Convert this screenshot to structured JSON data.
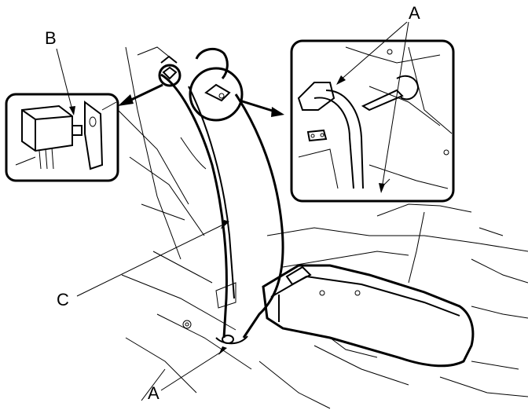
{
  "labels": {
    "a_top": "A",
    "b": "B",
    "c": "C",
    "a_bottom": "A"
  }
}
